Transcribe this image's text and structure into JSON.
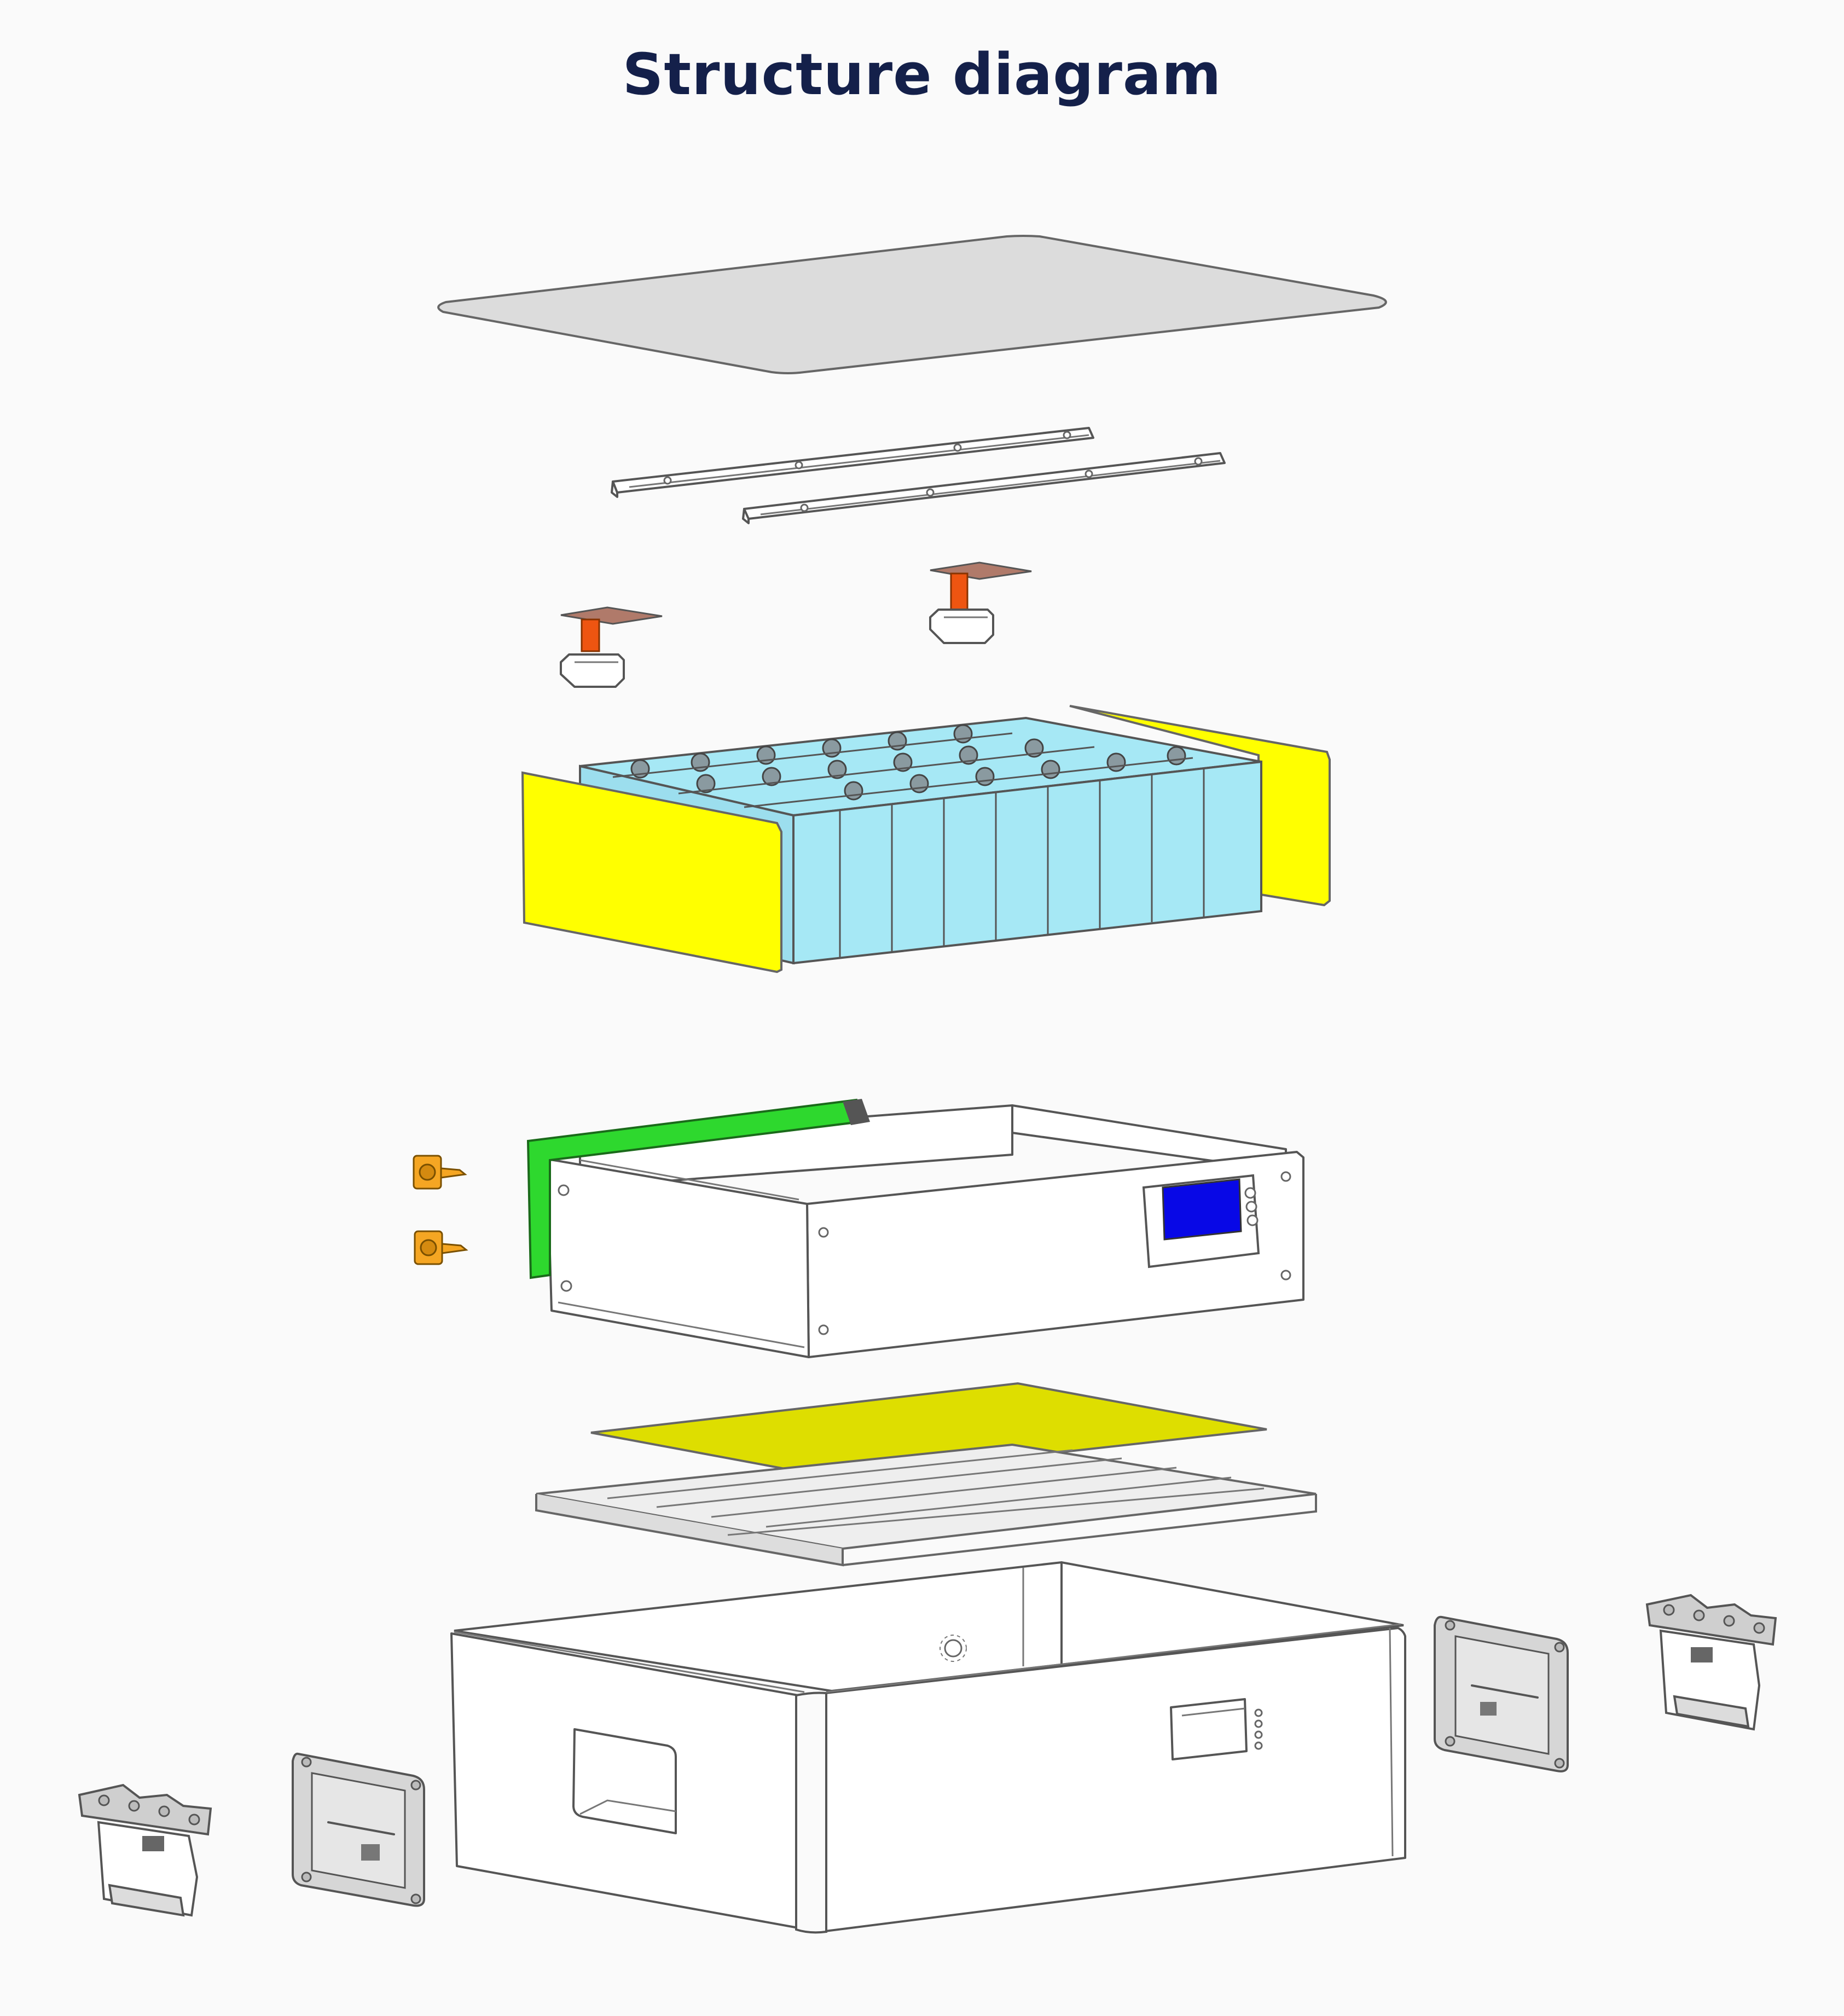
{
  "title": "Structure diagram",
  "colors": {
    "background": "#fafafa",
    "title": "#14204a",
    "top_cover": "#dcdcdc",
    "cells": "#a6e8f5",
    "side_insulation": "#ffff00",
    "bottom_insulation": "#dede00",
    "pcb": "#2ed82e",
    "lcd_screen": "#0808e6",
    "terminal_pole": "#ee5511",
    "connector": "#f5a623"
  },
  "components": [
    {
      "name": "top-cover-plate",
      "icon": "flat-plate"
    },
    {
      "name": "fixing-rails",
      "icon": "rail"
    },
    {
      "name": "terminal-posts",
      "icon": "terminal"
    },
    {
      "name": "cell-pack",
      "icon": "battery-cells"
    },
    {
      "name": "side-insulation-sheets",
      "icon": "sheet"
    },
    {
      "name": "bms-chassis",
      "icon": "chassis"
    },
    {
      "name": "pcb-board",
      "icon": "circuit-board"
    },
    {
      "name": "lcd-display",
      "icon": "screen"
    },
    {
      "name": "power-connectors",
      "icon": "connector"
    },
    {
      "name": "bottom-insulation-sheet",
      "icon": "sheet"
    },
    {
      "name": "bottom-bracket",
      "icon": "frame"
    },
    {
      "name": "outer-housing",
      "icon": "box"
    },
    {
      "name": "handles",
      "icon": "handle"
    }
  ]
}
